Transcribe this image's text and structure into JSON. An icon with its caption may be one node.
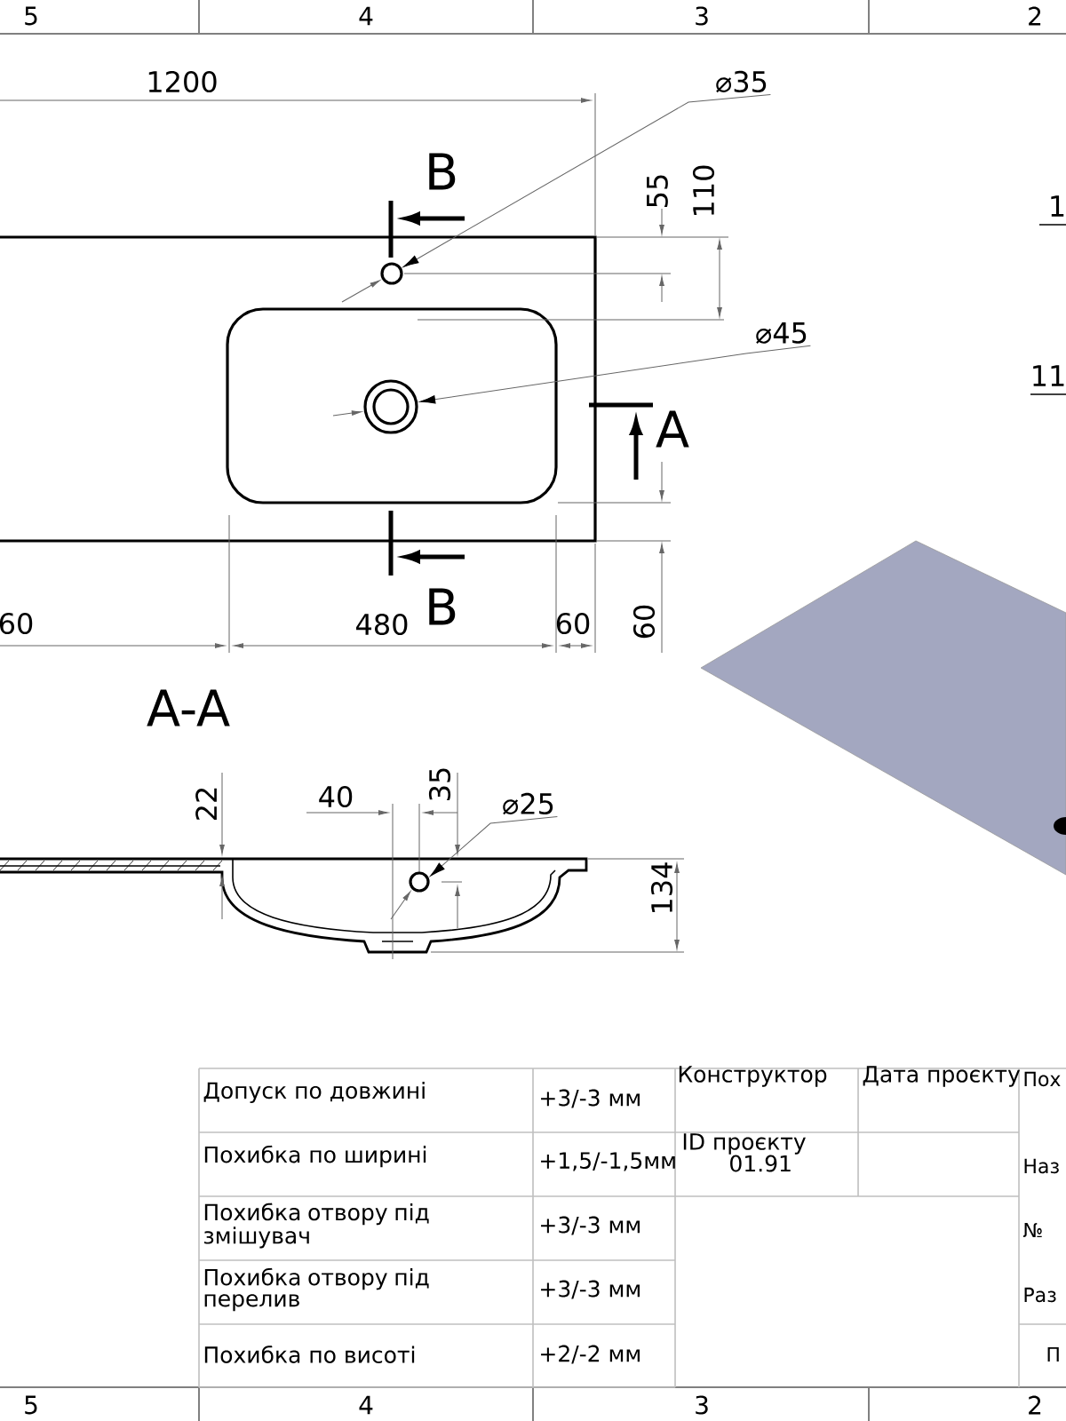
{
  "diagram": {
    "nodes": [
      {
        "text": [
          "⌀35"
        ]
      },
      {
        "text": [],
        "shape": "circle"
      },
      {
        "text": [
          "⌀45"
        ]
      },
      {
        "text": [],
        "shape": "circle"
      },
      {
        "text": [
          "⌀25"
        ]
      },
      {
        "text": [],
        "shape": "circle"
      }
    ],
    "edges": [
      {
        "from": 0,
        "to": 1,
        "arrow": "to"
      },
      {
        "from": 2,
        "to": 3,
        "arrow": "to"
      },
      {
        "from": 4,
        "to": 5,
        "arrow": "to"
      }
    ],
    "labels": [
      "5",
      "4",
      "3",
      "2",
      "1200",
      "B",
      "55",
      "110",
      "1",
      "11",
      "A",
      "B",
      "60",
      "480",
      "60",
      "60",
      "A-A",
      "22",
      "40",
      "35",
      "134",
      "Допуск по довжині",
      "+3/-3 мм",
      "Конструктор",
      "Дата проєкту",
      "Пох",
      "Похибка по ширині",
      "+1,5/-1,5мм",
      "ID проєкту",
      "01.91",
      "Наз",
      "Похибка отвору під змішувач",
      "+3/-3 мм",
      "№",
      "Похибка отвору під перелив",
      "+3/-3 мм",
      "Раз",
      "Похибка по висоті",
      "+2/-2 мм",
      "П",
      "5",
      "4",
      "3",
      "2"
    ]
  }
}
